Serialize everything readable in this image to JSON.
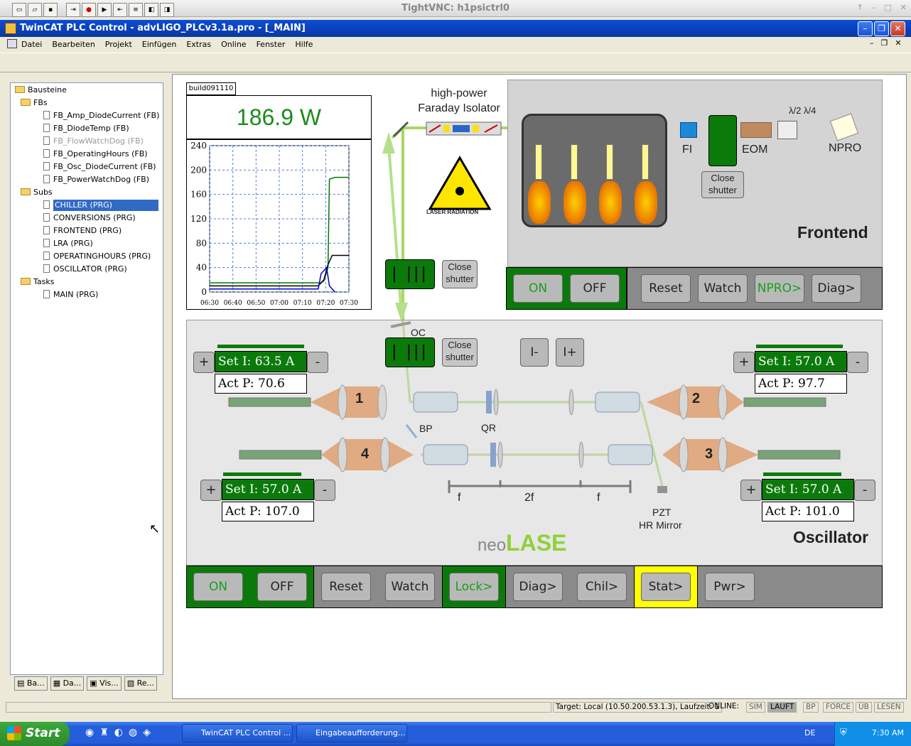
{
  "vnc": {
    "title": "TightVNC: h1psictrl0"
  },
  "window": {
    "title": "TwinCAT PLC Control - advLIGO_PLCv3.1a.pro - [_MAIN]"
  },
  "menu": [
    "Datei",
    "Bearbeiten",
    "Projekt",
    "Einfügen",
    "Extras",
    "Online",
    "Fenster",
    "Hilfe"
  ],
  "tree": {
    "root": "Bausteine",
    "fbs": "FBs",
    "fb_items": [
      "FB_Amp_DiodeCurrent (FB)",
      "FB_DiodeTemp (FB)",
      "FB_FlowWatchDog (FB)",
      "FB_OperatingHours (FB)",
      "FB_Osc_DiodeCurrent (FB)",
      "FB_PowerWatchDog (FB)"
    ],
    "subs": "Subs",
    "sub_items": [
      "CHILLER (PRG)",
      "CONVERSIONS (PRG)",
      "FRONTEND (PRG)",
      "LRA (PRG)",
      "OPERATINGHOURS (PRG)",
      "OSCILLATOR (PRG)"
    ],
    "tasks": "Tasks",
    "task_items": [
      "MAIN (PRG)"
    ],
    "tabs": [
      "Ba...",
      "Da...",
      "Vis...",
      "Re..."
    ]
  },
  "build": "build091110",
  "power": "186.9 W",
  "chart_data": {
    "type": "line",
    "title": "",
    "x_ticks": [
      "06:30",
      "06:40",
      "06:50",
      "07:00",
      "07:10",
      "07:20",
      "07:30"
    ],
    "y_ticks": [
      0,
      40,
      80,
      120,
      160,
      200,
      240
    ],
    "ylim": [
      0,
      240
    ],
    "series": [
      {
        "color": "#007a00",
        "x": [
          0,
          0.8,
          0.82,
          0.85,
          0.86,
          0.9,
          1
        ],
        "y": [
          15,
          15,
          18,
          40,
          185,
          188,
          188
        ]
      },
      {
        "color": "#000000",
        "x": [
          0,
          0.78,
          0.82,
          0.85,
          0.88,
          1
        ],
        "y": [
          10,
          10,
          20,
          45,
          60,
          60
        ]
      },
      {
        "color": "#0000cc",
        "x": [
          0,
          0.78,
          0.8,
          0.84,
          0.86,
          0.9
        ],
        "y": [
          5,
          5,
          30,
          40,
          10,
          0
        ]
      }
    ]
  },
  "faraday": {
    "line1": "high-power",
    "line2": "Faraday Isolator"
  },
  "laser_sign": "LASER RADIATION",
  "frontend": {
    "title": "Frontend",
    "fi": "FI",
    "eom": "EOM",
    "npro": "NPRO",
    "waveplates": "λ/2 λ/4",
    "shutter": {
      "line1": "Close",
      "line2": "shutter"
    },
    "buttons": [
      "ON",
      "OFF",
      "Reset",
      "Watch",
      "NPRO>",
      "Diag>"
    ]
  },
  "shutter_mid": {
    "line1": "Close",
    "line2": "shutter"
  },
  "oscillator": {
    "title": "Oscillator",
    "oc": "OC",
    "bp": "BP",
    "qr": "QR",
    "pzt1": "PZT",
    "pzt2": "HR Mirror",
    "f1": "f",
    "f2": "2f",
    "f3": "f",
    "iminus": "I-",
    "iplus": "I+",
    "brand1": "neo",
    "brand2": "LASE",
    "shutter": {
      "line1": "Close",
      "line2": "shutter"
    },
    "heads": [
      {
        "num": "1",
        "set": "Set I: 63.5 A",
        "act": "Act P: 70.6"
      },
      {
        "num": "2",
        "set": "Set I: 57.0 A",
        "act": "Act P: 97.7"
      },
      {
        "num": "3",
        "set": "Set I: 57.0 A",
        "act": "Act P: 101.0"
      },
      {
        "num": "4",
        "set": "Set I: 57.0 A",
        "act": "Act P: 107.0"
      }
    ],
    "plus": "+",
    "minus": "-",
    "buttons": [
      "ON",
      "OFF",
      "Reset",
      "Watch",
      "Lock>",
      "Diag>",
      "Chil>",
      "Stat>",
      "Pwr>"
    ]
  },
  "status": {
    "target": "Target: Local (10.50.200.53.1.3), Laufzeit: 1",
    "online": "ONLINE:",
    "flags": [
      "SIM",
      "LAUFT",
      "BP",
      "FORCE",
      "ÜB",
      "LESEN"
    ]
  },
  "taskbar": {
    "start": "Start",
    "tasks": [
      "TwinCAT PLC Control ...",
      "Eingabeaufforderung..."
    ],
    "lang": "DE",
    "time": "7:30 AM"
  }
}
